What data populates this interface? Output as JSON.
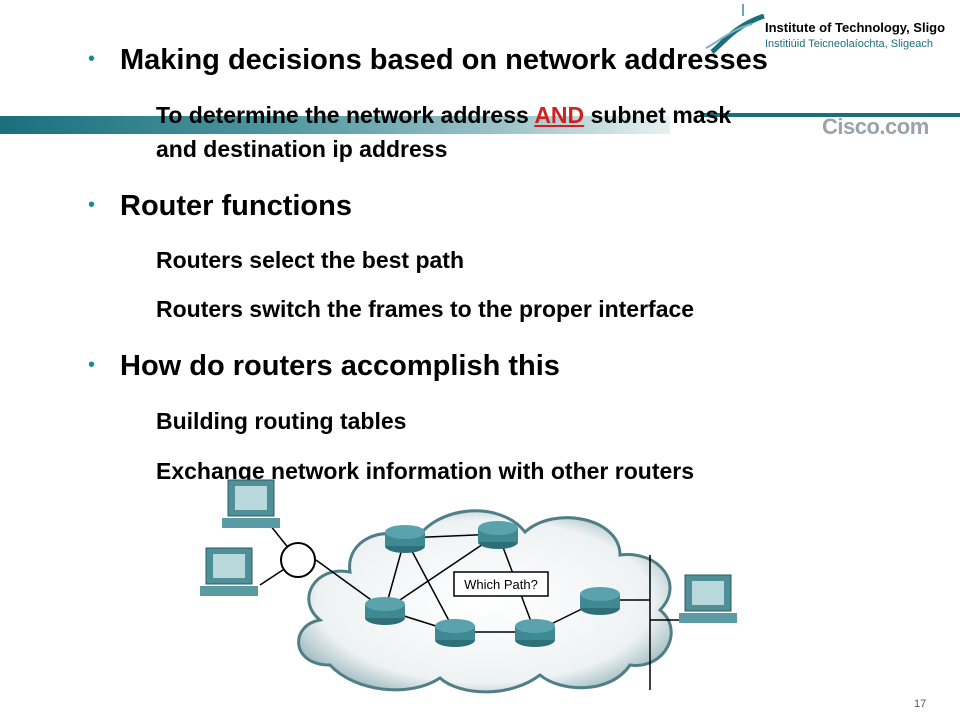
{
  "logo": {
    "line1": "Institute of Technology, Sligo",
    "line2": "Institiúid Teicneolaíochta, Sligeach",
    "cisco": "Cisco.com"
  },
  "bullets": [
    {
      "heading": "Making decisions based on network addresses",
      "subs": [
        {
          "before": "To determine the network address ",
          "emph": "AND",
          "after": " subnet mask",
          "line2": "and destination ip address"
        }
      ]
    },
    {
      "heading": "Router functions",
      "subs": [
        "Routers select the best path",
        "Routers switch the frames to the proper interface"
      ]
    },
    {
      "heading": "How do routers accomplish this",
      "subs": [
        "Building routing tables",
        "Exchange network information with other routers"
      ]
    }
  ],
  "diagram": {
    "label": "Which Path?"
  },
  "page_number": "17"
}
